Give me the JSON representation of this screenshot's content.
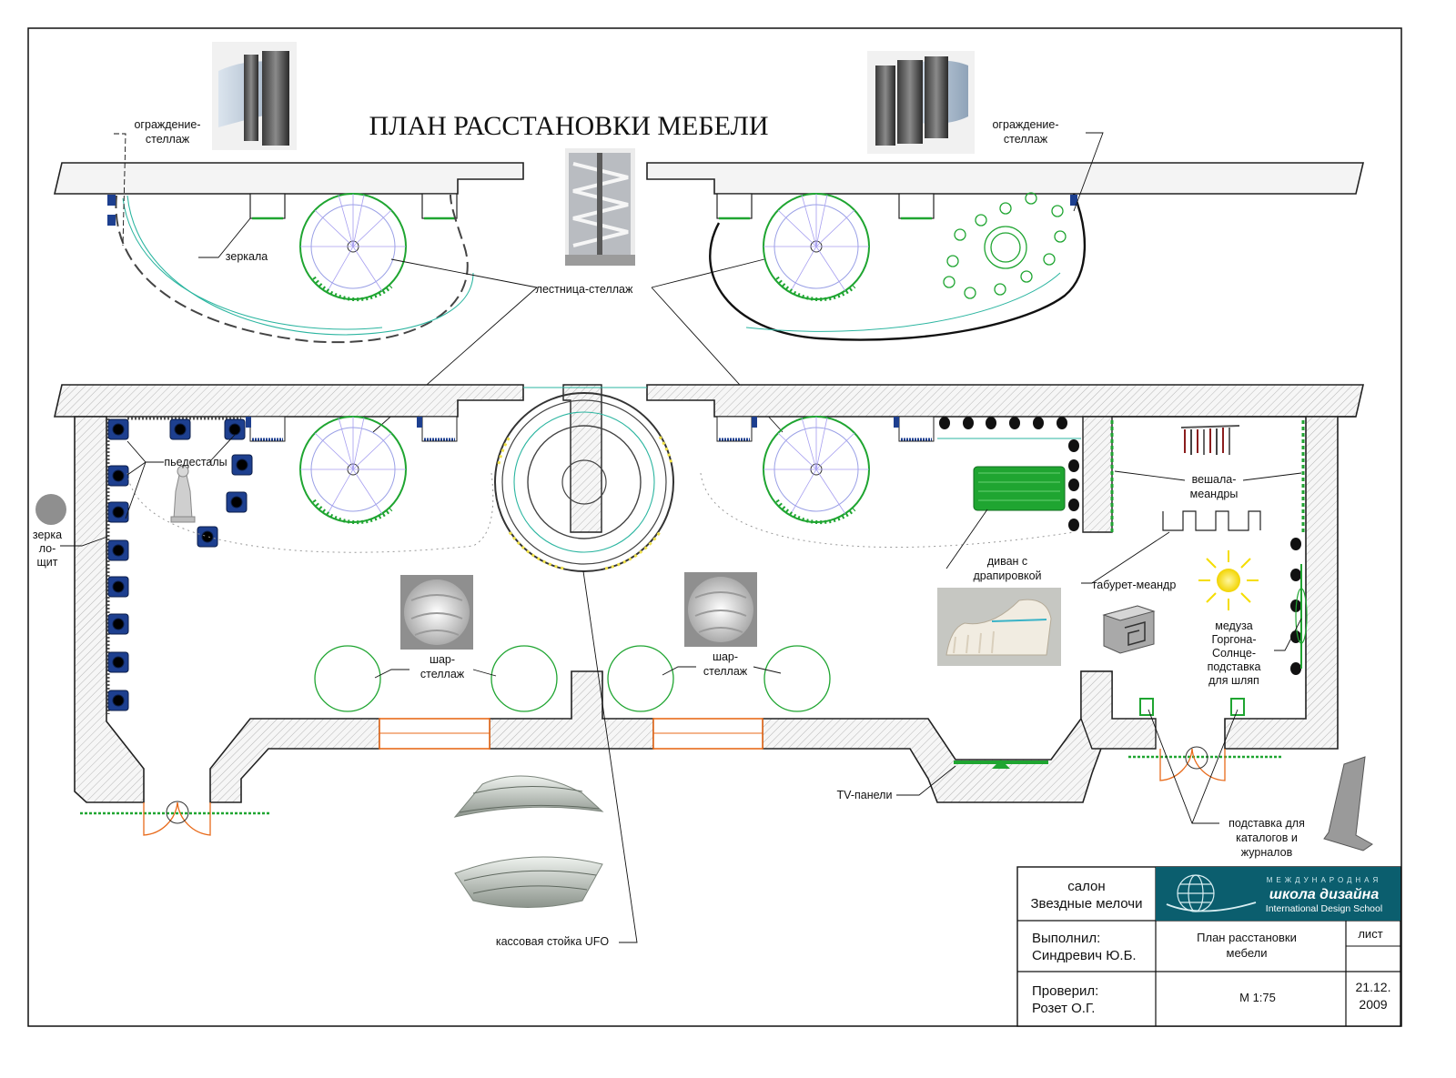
{
  "title": "ПЛАН РАССТАНОВКИ МЕБЕЛИ",
  "labels": {
    "railing_left": [
      "ограждение-",
      "стеллаж"
    ],
    "railing_right": [
      "ограждение-",
      "стеллаж"
    ],
    "mirrors": "зеркала",
    "stair_shelf": "лестница-стеллаж",
    "pedestals": "пьедесталы",
    "mirror_shield": [
      "зерка",
      "ло-",
      "щит"
    ],
    "sofa": [
      "диван с",
      "драпировкой"
    ],
    "stool": "табурет-меандр",
    "hangers": [
      "вешала-",
      "меандры"
    ],
    "medusa": [
      "медуза",
      "Горгона-",
      "Солнце-",
      "подставка",
      "для шляп"
    ],
    "ball_shelf_1": [
      "шар-",
      "стеллаж"
    ],
    "ball_shelf_2": [
      "шар-",
      "стеллаж"
    ],
    "tv": "TV-панели",
    "catalog_stand": [
      "подставка для",
      "каталогов и",
      "журналов"
    ],
    "cashier": "кассовая стойка UFO"
  },
  "stamp": {
    "project": [
      "салон",
      "Звездные мелочи"
    ],
    "school_ru_small": "МЕЖДУНАРОДНАЯ",
    "school_ru": "школа дизайна",
    "school_en": "International Design School",
    "performed_by": [
      "Выполнил:",
      "Синдревич Ю.Б."
    ],
    "sheet_title": [
      "План расстановки",
      "мебели"
    ],
    "sheet_label": "лист",
    "checked_by": [
      "Проверил:",
      "Розет О.Г."
    ],
    "scale": "М 1:75",
    "date": [
      "21.12.",
      "2009"
    ]
  },
  "colors": {
    "wall_fill": "#f4f4f4",
    "green": "#1fa531",
    "teal": "#2bb5a0",
    "blue": "#1d3f8f",
    "orange": "#e86a1a",
    "stamp_teal": "#0b5e6e"
  },
  "icons": [
    "stair-photo",
    "railing-photo",
    "ball-shelf-photo",
    "sofa-photo",
    "stool-photo",
    "sun-icon",
    "ufo-photo",
    "catalog-stand-photo",
    "globe-logo-icon"
  ]
}
